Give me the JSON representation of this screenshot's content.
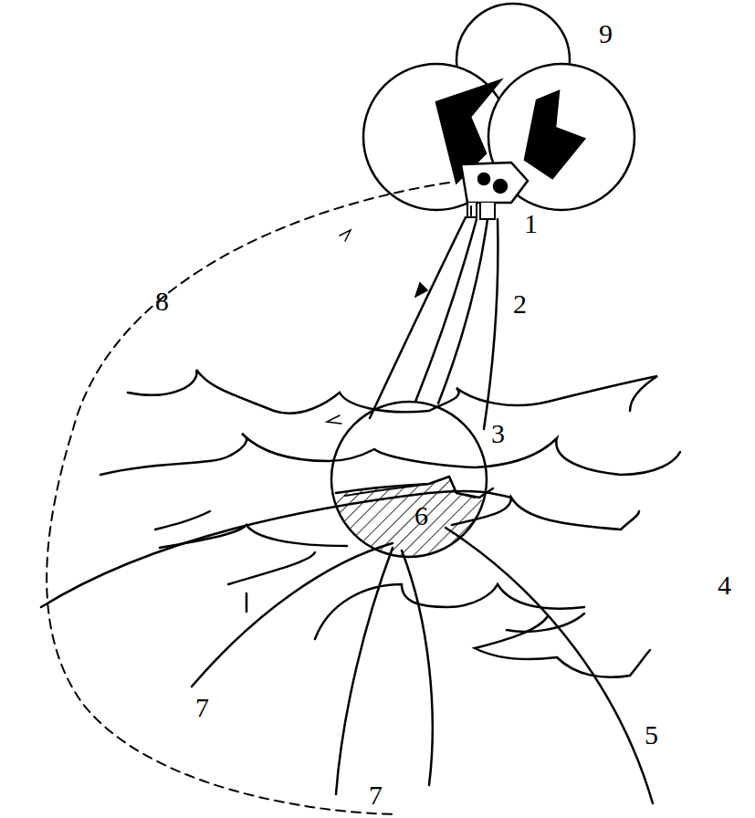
{
  "diagram": {
    "labels": [
      "9",
      "1",
      "8",
      "2",
      "3",
      "4",
      "6",
      "7",
      "7",
      "5"
    ]
  }
}
